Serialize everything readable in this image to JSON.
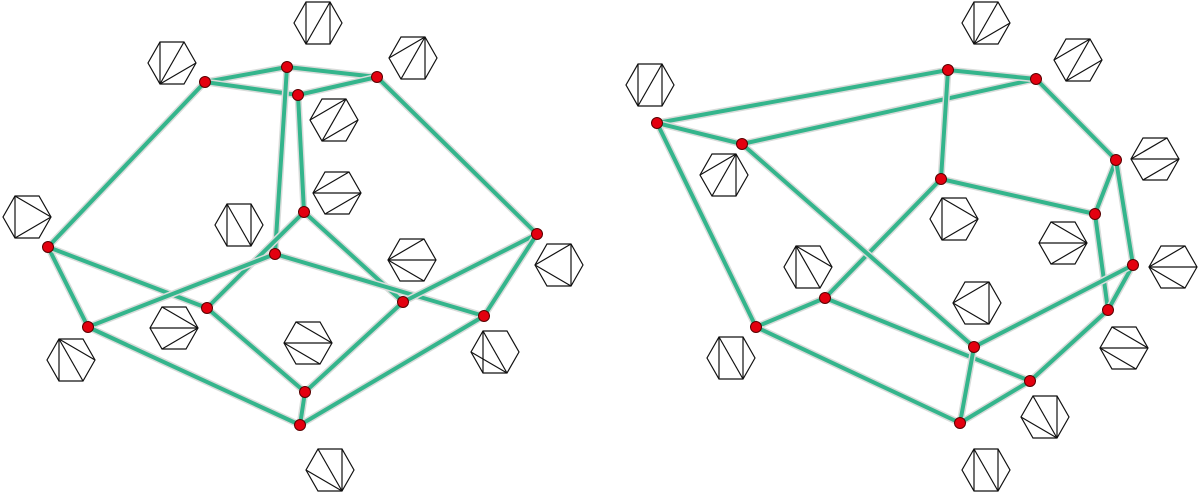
{
  "colors": {
    "edge": "#34b58c",
    "edge_halo": "#d9dcda",
    "node_fill": "#e3000f",
    "node_stroke": "#5a0000",
    "hexagon_stroke": "#111111"
  },
  "graphs": [
    {
      "name": "left-flip-graph",
      "node_count": 14,
      "edges": [
        [
          0,
          1
        ],
        [
          0,
          3
        ],
        [
          1,
          2
        ],
        [
          3,
          2
        ],
        [
          1,
          6
        ],
        [
          3,
          4
        ],
        [
          0,
          5
        ],
        [
          2,
          7
        ],
        [
          4,
          8
        ],
        [
          4,
          10
        ],
        [
          5,
          9
        ],
        [
          5,
          8
        ],
        [
          6,
          9
        ],
        [
          6,
          11
        ],
        [
          7,
          10
        ],
        [
          7,
          11
        ],
        [
          9,
          13
        ],
        [
          11,
          13
        ],
        [
          10,
          12
        ],
        [
          8,
          12
        ],
        [
          12,
          13
        ]
      ],
      "triangulations": [
        [
          [
            2,
            4
          ],
          [
            2,
            5
          ],
          [
            2,
            0
          ]
        ],
        [
          [
            4,
            2
          ],
          [
            2,
            5
          ],
          [
            5,
            1
          ]
        ],
        [
          [
            5,
            3
          ],
          [
            5,
            2
          ],
          [
            5,
            1
          ]
        ],
        [
          [
            3,
            5
          ],
          [
            2,
            5
          ],
          [
            2,
            0
          ]
        ],
        [
          [
            3,
            5
          ],
          [
            3,
            0
          ],
          [
            0,
            2
          ]
        ],
        [
          [
            4,
            0
          ],
          [
            0,
            2
          ],
          [
            2,
            4
          ]
        ],
        [
          [
            4,
            2
          ],
          [
            4,
            1
          ],
          [
            5,
            1
          ]
        ],
        [
          [
            3,
            5
          ],
          [
            3,
            0
          ],
          [
            3,
            1
          ]
        ],
        [
          [
            3,
            5
          ],
          [
            3,
            1
          ],
          [
            5,
            1
          ]
        ],
        [
          [
            0,
            4
          ],
          [
            0,
            3
          ],
          [
            0,
            2
          ]
        ],
        [
          [
            4,
            0
          ],
          [
            0,
            3
          ],
          [
            3,
            1
          ]
        ],
        [
          [
            4,
            2
          ],
          [
            4,
            1
          ],
          [
            4,
            0
          ]
        ],
        [
          [
            4,
            2
          ],
          [
            4,
            1
          ],
          [
            3,
            1
          ]
        ],
        [
          [
            4,
            1
          ],
          [
            5,
            1
          ],
          [
            3,
            1
          ]
        ]
      ]
    },
    {
      "name": "right-flip-graph",
      "node_count": 14,
      "edges": [
        [
          0,
          2
        ],
        [
          0,
          1
        ],
        [
          1,
          3
        ],
        [
          2,
          3
        ],
        [
          2,
          5
        ],
        [
          3,
          4
        ],
        [
          4,
          6
        ],
        [
          4,
          7
        ],
        [
          6,
          8
        ],
        [
          7,
          8
        ],
        [
          7,
          11
        ],
        [
          8,
          12
        ],
        [
          5,
          6
        ],
        [
          5,
          9
        ],
        [
          1,
          11
        ],
        [
          9,
          10
        ],
        [
          9,
          12
        ],
        [
          10,
          0
        ],
        [
          10,
          13
        ],
        [
          11,
          13
        ],
        [
          12,
          13
        ]
      ],
      "triangulations": [
        [
          [
            4,
            2
          ],
          [
            2,
            5
          ],
          [
            2,
            0
          ]
        ],
        [
          [
            5,
            3
          ],
          [
            5,
            2
          ],
          [
            0,
            2
          ]
        ],
        [
          [
            4,
            2
          ],
          [
            2,
            5
          ],
          [
            5,
            1
          ]
        ],
        [
          [
            5,
            3
          ],
          [
            5,
            2
          ],
          [
            5,
            1
          ]
        ],
        [
          [
            5,
            3
          ],
          [
            3,
            0
          ],
          [
            0,
            2
          ]
        ],
        [
          [
            4,
            0
          ],
          [
            4,
            2
          ],
          [
            2,
            0
          ]
        ],
        [
          [
            4,
            0
          ],
          [
            3,
            0
          ],
          [
            2,
            0
          ]
        ],
        [
          [
            5,
            3
          ],
          [
            3,
            0
          ],
          [
            3,
            1
          ]
        ],
        [
          [
            4,
            2
          ],
          [
            4,
            1
          ],
          [
            4,
            0
          ]
        ],
        [
          [
            5,
            3
          ],
          [
            3,
            1
          ],
          [
            5,
            1
          ]
        ],
        [
          [
            4,
            2
          ],
          [
            4,
            1
          ],
          [
            5,
            1
          ]
        ],
        [
          [
            4,
            0
          ],
          [
            3,
            0
          ],
          [
            3,
            1
          ]
        ],
        [
          [
            4,
            1
          ],
          [
            5,
            1
          ],
          [
            3,
            1
          ]
        ],
        [
          [
            4,
            1
          ],
          [
            4,
            2
          ],
          [
            5,
            1
          ]
        ]
      ]
    }
  ]
}
